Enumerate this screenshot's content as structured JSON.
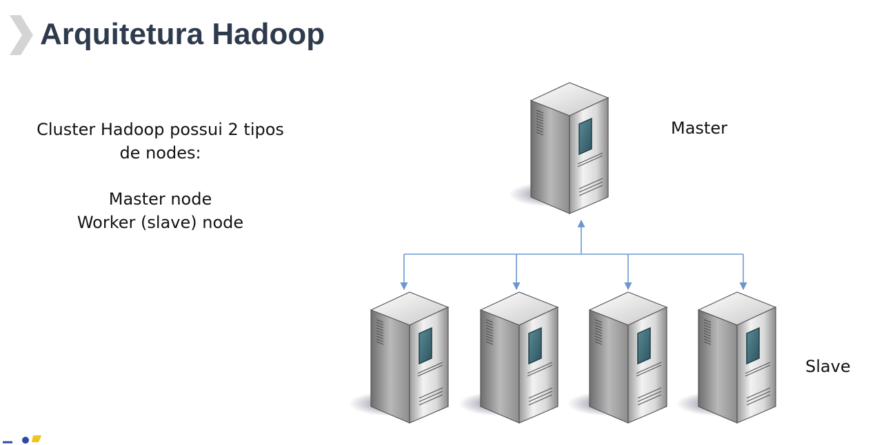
{
  "slide": {
    "title": "Arquitetura Hadoop",
    "description": {
      "line1": "Cluster Hadoop possui 2 tipos",
      "line2": "de nodes:",
      "line3": "Master node",
      "line4": "Worker (slave) node"
    }
  },
  "diagram": {
    "master_label": "Master",
    "slave_label": "Slave",
    "master_count": 1,
    "slave_count": 4,
    "connector_color": "#6b97cf"
  },
  "colors": {
    "title": "#2e3a4d",
    "chevron": "#d4d4d4",
    "screen": "#3f6f7a"
  },
  "icons": {
    "title_marker": "chevron-right-icon",
    "server": "server-tower-icon",
    "logo": "logo-icon"
  }
}
